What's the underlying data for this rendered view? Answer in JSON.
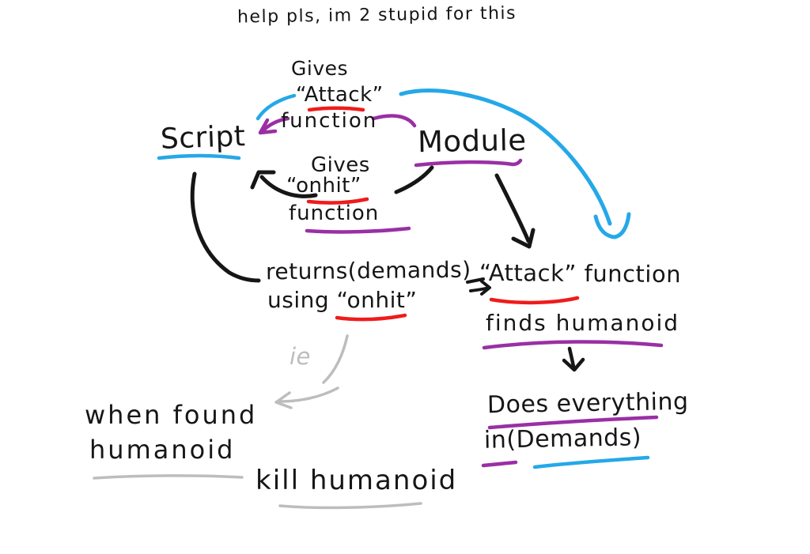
{
  "colors": {
    "black": "#161616",
    "blue": "#25a8e8",
    "purple": "#9a2fa5",
    "red": "#ef1b1b",
    "gray": "#bdbdbd"
  },
  "title": "help pls, im 2 stupid for this",
  "nodes": {
    "script": "Script",
    "module": "Module",
    "gives_attack": {
      "l1": "Gives",
      "l2": "“Attack”",
      "l3": "function"
    },
    "gives_onhit": {
      "l1": "Gives",
      "l2": "“onhit”",
      "l3": "function"
    },
    "returns": {
      "l1": "returns(demands)",
      "l2": "using “onhit”"
    },
    "attack_function": "“Attack” function",
    "finds_humanoid": "finds humanoid",
    "does_everything": {
      "l1": "Does everything",
      "l2": "in(Demands)"
    },
    "ie_label": "ie",
    "when_found": {
      "l1": "when found",
      "l2": "humanoid"
    },
    "kill_humanoid": "kill humanoid"
  }
}
